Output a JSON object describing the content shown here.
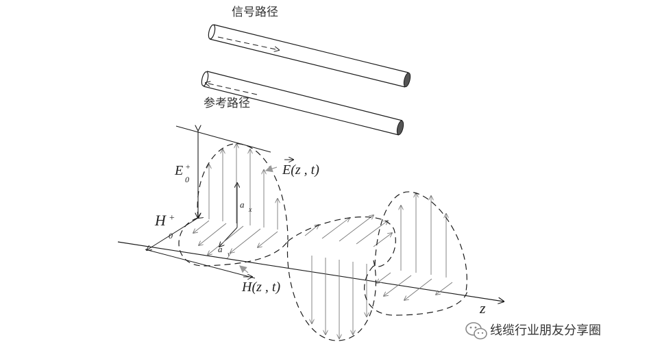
{
  "labels": {
    "signal_path": "信号路径",
    "reference_path": "参考路径",
    "e_amplitude": "E",
    "e_sup": "+",
    "e_sub": "0",
    "h_amplitude": "H",
    "h_sup": "+",
    "h_sub": "0",
    "ax_unit": "a",
    "ax_sub": "x",
    "ay_unit": "a",
    "ay_sub": "y",
    "e_field": "E(z , t)",
    "h_field": "H(z , t)",
    "z_axis": "z"
  },
  "watermark": {
    "text": "线缆行业朋友分享圈",
    "icon": "wechat-icon"
  }
}
